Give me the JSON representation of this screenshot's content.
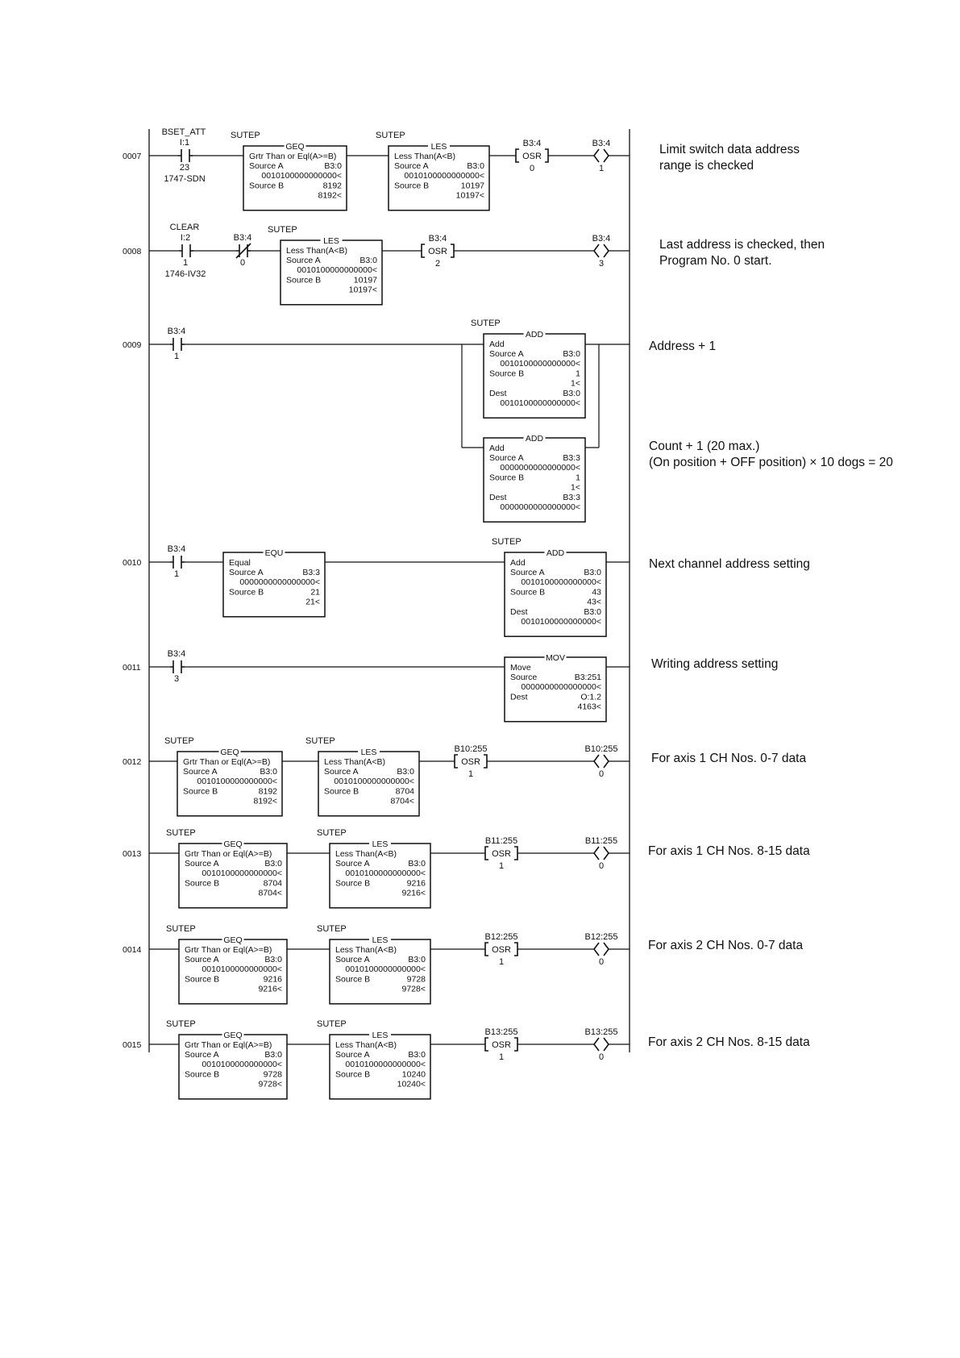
{
  "rungs": [
    {
      "num": "0007",
      "comment": [
        "Limit switch data address",
        "range is checked"
      ],
      "elements": [
        {
          "type": "xic",
          "top": "BSET_ATT",
          "addr": "I:1",
          "bit": "23",
          "below": "1747-SDN"
        },
        {
          "type": "box",
          "tag": "SUTEP",
          "title": "GEQ",
          "desc": "Grtr Than or Eql(A>=B)",
          "lines": [
            [
              "Source A",
              "B3:0"
            ],
            [
              "",
              "0010100000000000<"
            ],
            [
              "Source B",
              "8192"
            ],
            [
              "",
              "8192<"
            ]
          ]
        },
        {
          "type": "box",
          "tag": "SUTEP",
          "title": "LES",
          "desc": "Less Than(A<B)",
          "lines": [
            [
              "Source A",
              "B3:0"
            ],
            [
              "",
              "0010100000000000<"
            ],
            [
              "Source B",
              "10197"
            ],
            [
              "",
              "10197<"
            ]
          ]
        },
        {
          "type": "osr",
          "addr": "B3:4",
          "bit": "0",
          "label": "OSR"
        },
        {
          "type": "ote",
          "addr": "B3:4",
          "bit": "1"
        }
      ]
    },
    {
      "num": "0008",
      "comment": [
        "Last address is checked, then",
        "Program No. 0 start."
      ],
      "elements": [
        {
          "type": "xic",
          "top": "CLEAR",
          "addr": "I:2",
          "bit": "1",
          "below": "1746-IV32"
        },
        {
          "type": "xio",
          "addr": "B3:4",
          "bit": "0"
        },
        {
          "type": "box",
          "tag": "SUTEP",
          "title": "LES",
          "desc": "Less Than(A<B)",
          "lines": [
            [
              "Source A",
              "B3:0"
            ],
            [
              "",
              "0010100000000000<"
            ],
            [
              "Source B",
              "10197"
            ],
            [
              "",
              "10197<"
            ]
          ]
        },
        {
          "type": "osr",
          "addr": "B3:4",
          "bit": "2",
          "label": "OSR"
        },
        {
          "type": "ote",
          "addr": "B3:4",
          "bit": "3"
        }
      ]
    },
    {
      "num": "0009",
      "comment": [
        "Address + 1"
      ],
      "comment2": [
        "Count + 1 (20 max.)",
        "(On position + OFF position) × 10 dogs = 20"
      ],
      "elements": [
        {
          "type": "xic",
          "addr": "B3:4",
          "bit": "1"
        },
        {
          "type": "box",
          "tag": "SUTEP",
          "title": "ADD",
          "desc": "Add",
          "lines": [
            [
              "Source A",
              "B3:0"
            ],
            [
              "",
              "0010100000000000<"
            ],
            [
              "Source B",
              "1"
            ],
            [
              "",
              "1<"
            ],
            [
              "Dest",
              "B3:0"
            ],
            [
              "",
              "0010100000000000<"
            ]
          ]
        },
        {
          "type": "box",
          "tag": "",
          "title": "ADD",
          "desc": "Add",
          "lines": [
            [
              "Source A",
              "B3:3"
            ],
            [
              "",
              "0000000000000000<"
            ],
            [
              "Source B",
              "1"
            ],
            [
              "",
              "1<"
            ],
            [
              "Dest",
              "B3:3"
            ],
            [
              "",
              "0000000000000000<"
            ]
          ]
        }
      ]
    },
    {
      "num": "0010",
      "comment": [
        "Next channel address setting"
      ],
      "elements": [
        {
          "type": "xic",
          "addr": "B3:4",
          "bit": "1"
        },
        {
          "type": "box",
          "tag": "",
          "title": "EQU",
          "desc": "Equal",
          "lines": [
            [
              "Source A",
              "B3:3"
            ],
            [
              "",
              "0000000000000000<"
            ],
            [
              "Source B",
              "21"
            ],
            [
              "",
              "21<"
            ]
          ]
        },
        {
          "type": "box",
          "tag": "SUTEP",
          "title": "ADD",
          "desc": "Add",
          "lines": [
            [
              "Source A",
              "B3:0"
            ],
            [
              "",
              "0010100000000000<"
            ],
            [
              "Source B",
              "43"
            ],
            [
              "",
              "43<"
            ],
            [
              "Dest",
              "B3:0"
            ],
            [
              "",
              "0010100000000000<"
            ]
          ]
        }
      ]
    },
    {
      "num": "0011",
      "comment": [
        "Writing address setting"
      ],
      "elements": [
        {
          "type": "xic",
          "addr": "B3:4",
          "bit": "3"
        },
        {
          "type": "box",
          "tag": "",
          "title": "MOV",
          "desc": "Move",
          "lines": [
            [
              "Source",
              "B3:251"
            ],
            [
              "",
              "0000000000000000<"
            ],
            [
              "Dest",
              "O:1.2"
            ],
            [
              "",
              "4163<"
            ]
          ]
        }
      ]
    },
    {
      "num": "0012",
      "comment": [
        "For axis 1 CH Nos. 0-7 data"
      ],
      "elements": [
        {
          "type": "box",
          "tag": "SUTEP",
          "title": "GEQ",
          "desc": "Grtr Than or Eql(A>=B)",
          "lines": [
            [
              "Source A",
              "B3:0"
            ],
            [
              "",
              "0010100000000000<"
            ],
            [
              "Source B",
              "8192"
            ],
            [
              "",
              "8192<"
            ]
          ]
        },
        {
          "type": "box",
          "tag": "SUTEP",
          "title": "LES",
          "desc": "Less Than(A<B)",
          "lines": [
            [
              "Source A",
              "B3:0"
            ],
            [
              "",
              "0010100000000000<"
            ],
            [
              "Source B",
              "8704"
            ],
            [
              "",
              "8704<"
            ]
          ]
        },
        {
          "type": "osr",
          "addr": "B10:255",
          "bit": "1",
          "label": "OSR"
        },
        {
          "type": "ote",
          "addr": "B10:255",
          "bit": "0"
        }
      ]
    },
    {
      "num": "0013",
      "comment": [
        "For axis 1 CH Nos. 8-15 data"
      ],
      "elements": [
        {
          "type": "box",
          "tag": "SUTEP",
          "title": "GEQ",
          "desc": "Grtr Than or Eql(A>=B)",
          "lines": [
            [
              "Source A",
              "B3:0"
            ],
            [
              "",
              "0010100000000000<"
            ],
            [
              "Source B",
              "8704"
            ],
            [
              "",
              "8704<"
            ]
          ]
        },
        {
          "type": "box",
          "tag": "SUTEP",
          "title": "LES",
          "desc": "Less Than(A<B)",
          "lines": [
            [
              "Source A",
              "B3:0"
            ],
            [
              "",
              "0010100000000000<"
            ],
            [
              "Source B",
              "9216"
            ],
            [
              "",
              "9216<"
            ]
          ]
        },
        {
          "type": "osr",
          "addr": "B11:255",
          "bit": "1",
          "label": "OSR"
        },
        {
          "type": "ote",
          "addr": "B11:255",
          "bit": "0"
        }
      ]
    },
    {
      "num": "0014",
      "comment": [
        "For axis 2 CH Nos. 0-7 data"
      ],
      "elements": [
        {
          "type": "box",
          "tag": "SUTEP",
          "title": "GEQ",
          "desc": "Grtr Than or Eql(A>=B)",
          "lines": [
            [
              "Source A",
              "B3:0"
            ],
            [
              "",
              "0010100000000000<"
            ],
            [
              "Source B",
              "9216"
            ],
            [
              "",
              "9216<"
            ]
          ]
        },
        {
          "type": "box",
          "tag": "SUTEP",
          "title": "LES",
          "desc": "Less Than(A<B)",
          "lines": [
            [
              "Source A",
              "B3:0"
            ],
            [
              "",
              "0010100000000000<"
            ],
            [
              "Source B",
              "9728"
            ],
            [
              "",
              "9728<"
            ]
          ]
        },
        {
          "type": "osr",
          "addr": "B12:255",
          "bit": "1",
          "label": "OSR"
        },
        {
          "type": "ote",
          "addr": "B12:255",
          "bit": "0"
        }
      ]
    },
    {
      "num": "0015",
      "comment": [
        "For axis 2 CH Nos. 8-15 data"
      ],
      "elements": [
        {
          "type": "box",
          "tag": "SUTEP",
          "title": "GEQ",
          "desc": "Grtr Than or Eql(A>=B)",
          "lines": [
            [
              "Source A",
              "B3:0"
            ],
            [
              "",
              "0010100000000000<"
            ],
            [
              "Source B",
              "9728"
            ],
            [
              "",
              "9728<"
            ]
          ]
        },
        {
          "type": "box",
          "tag": "SUTEP",
          "title": "LES",
          "desc": "Less Than(A<B)",
          "lines": [
            [
              "Source A",
              "B3:0"
            ],
            [
              "",
              "0010100000000000<"
            ],
            [
              "Source B",
              "10240"
            ],
            [
              "",
              "10240<"
            ]
          ]
        },
        {
          "type": "osr",
          "addr": "B13:255",
          "bit": "1",
          "label": "OSR"
        },
        {
          "type": "ote",
          "addr": "B13:255",
          "bit": "0"
        }
      ]
    }
  ]
}
